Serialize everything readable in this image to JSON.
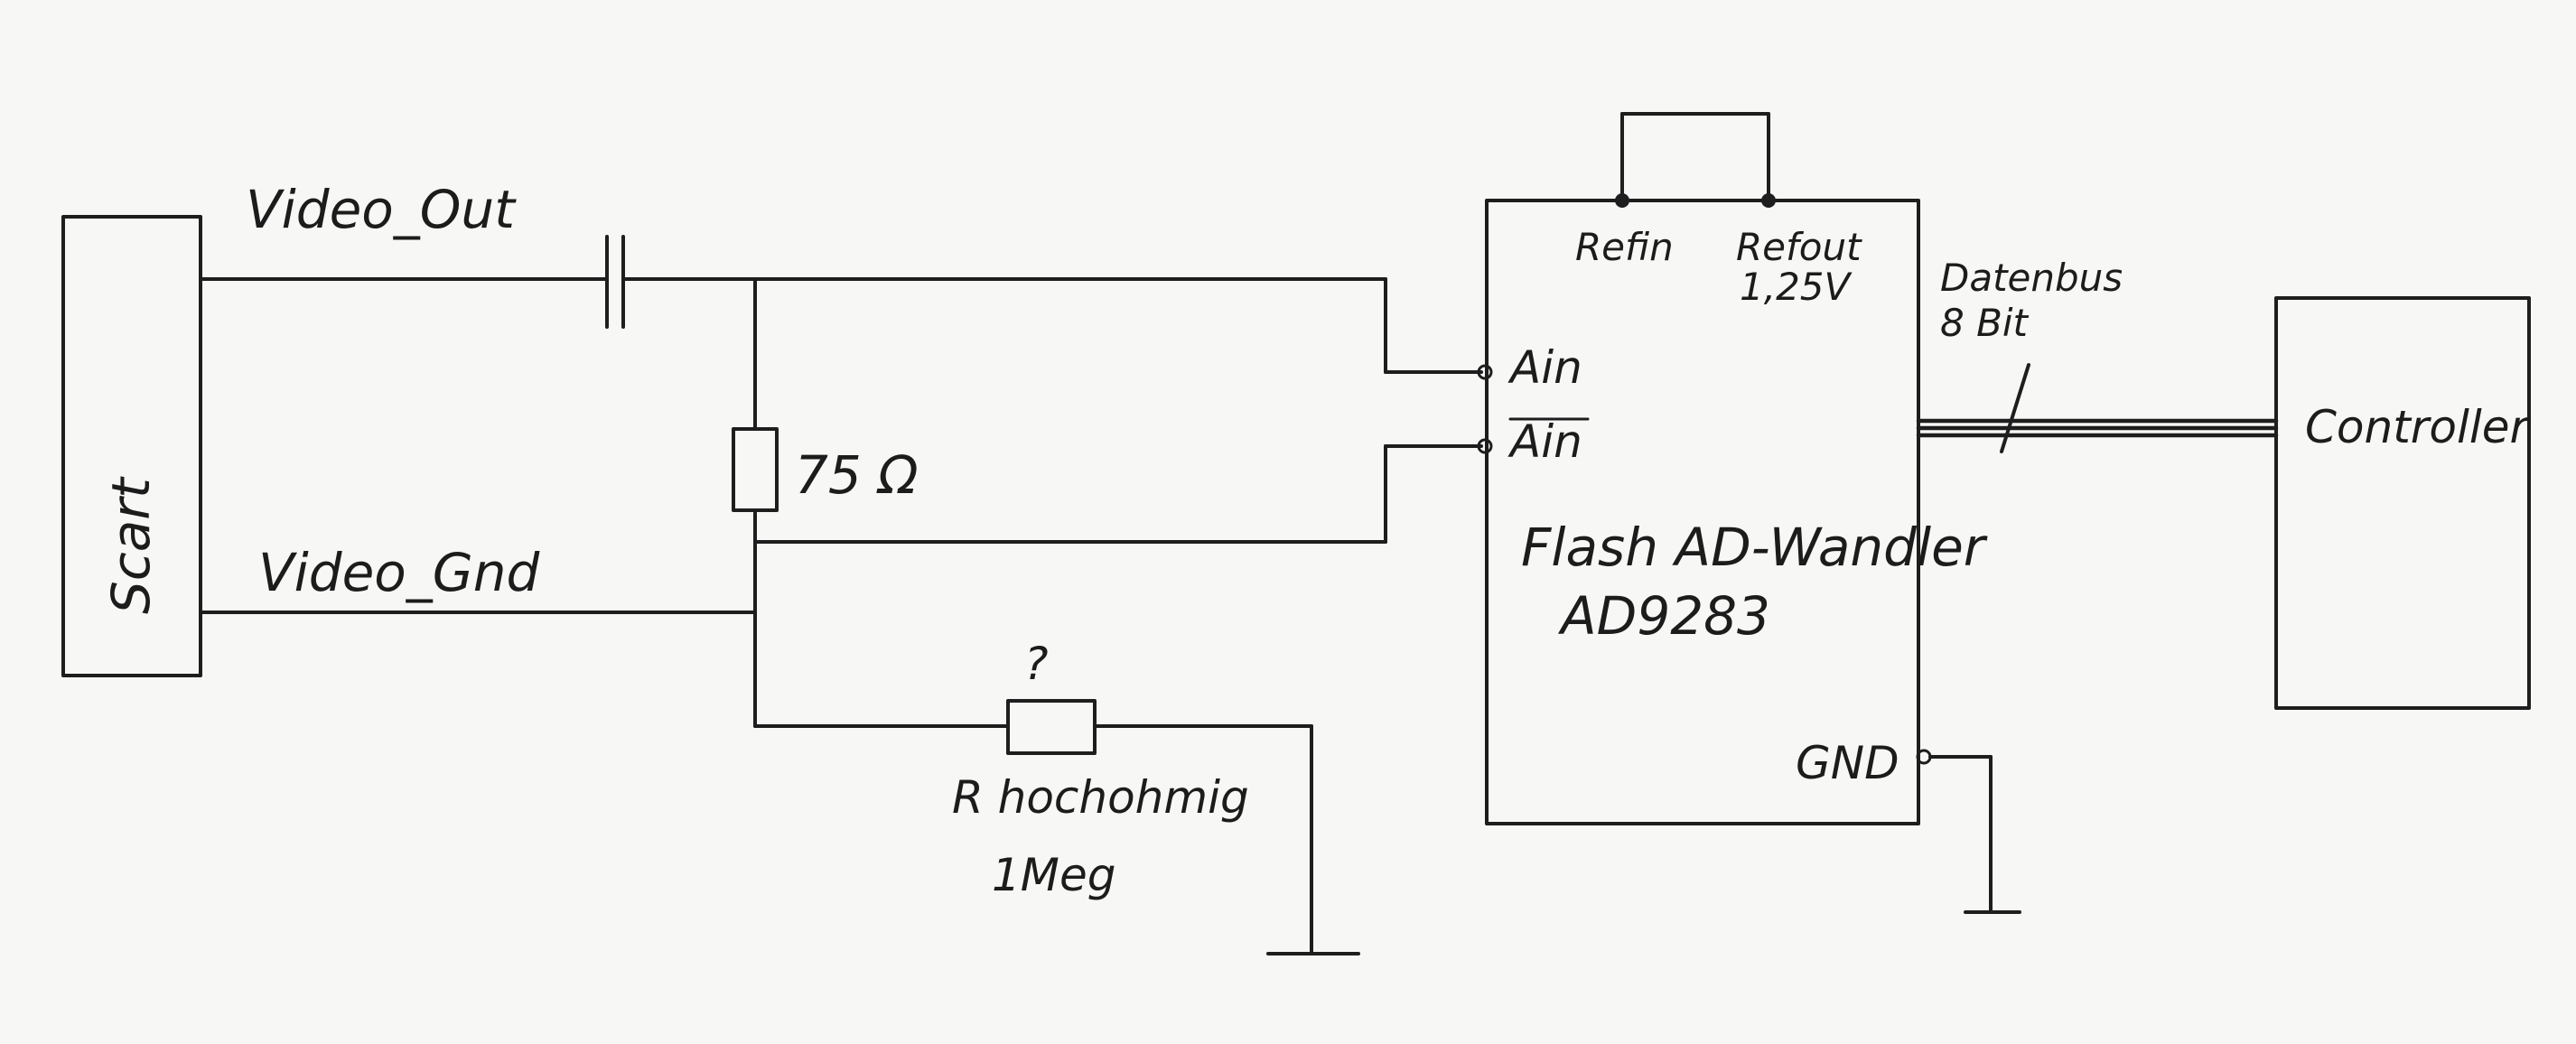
{
  "labels": {
    "scart": "Scart",
    "video_out": "Video_Out",
    "video_gnd": "Video_Gnd",
    "resistor_75": "75 Ω",
    "question_mark": "?",
    "r_high_ohm": "R hochohmig",
    "r_value": "1Meg",
    "ain": "Ain",
    "ain_bar": "Ain",
    "refin": "Refin",
    "refout": "Refout",
    "ref_voltage": "1,25V",
    "adc_line1": "Flash AD-Wandler",
    "adc_line2": "AD9283",
    "gnd": "GND",
    "databus_line1": "Datenbus",
    "databus_line2": "8 Bit",
    "controller": "Controller"
  }
}
